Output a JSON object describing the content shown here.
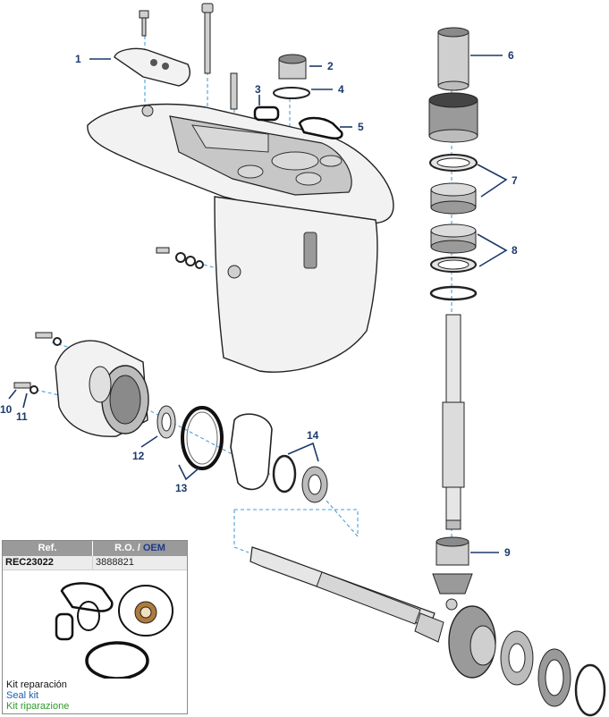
{
  "callouts": {
    "c1": "1",
    "c2": "2",
    "c3": "3",
    "c4": "4",
    "c5": "5",
    "c6": "6",
    "c7": "7",
    "c8": "8",
    "c9": "9",
    "c10": "10",
    "c11": "11",
    "c12": "12",
    "c13": "13",
    "c14": "14"
  },
  "kit_table": {
    "header_ref": "Ref.",
    "header_ro": "R.O. / ",
    "header_oem": "OEM",
    "ref_value": "REC23022",
    "oem_value": "3888821"
  },
  "kit_labels": {
    "spanish": "Kit reparación",
    "english": "Seal kit",
    "italian": "Kit riparazione"
  },
  "colors": {
    "callout": "#1a3a6b",
    "dashed_guides": "#4a9fd8",
    "table_header": "#9a9a9a",
    "english_label": "#1a5fb4",
    "italian_label": "#2a9a2a"
  }
}
